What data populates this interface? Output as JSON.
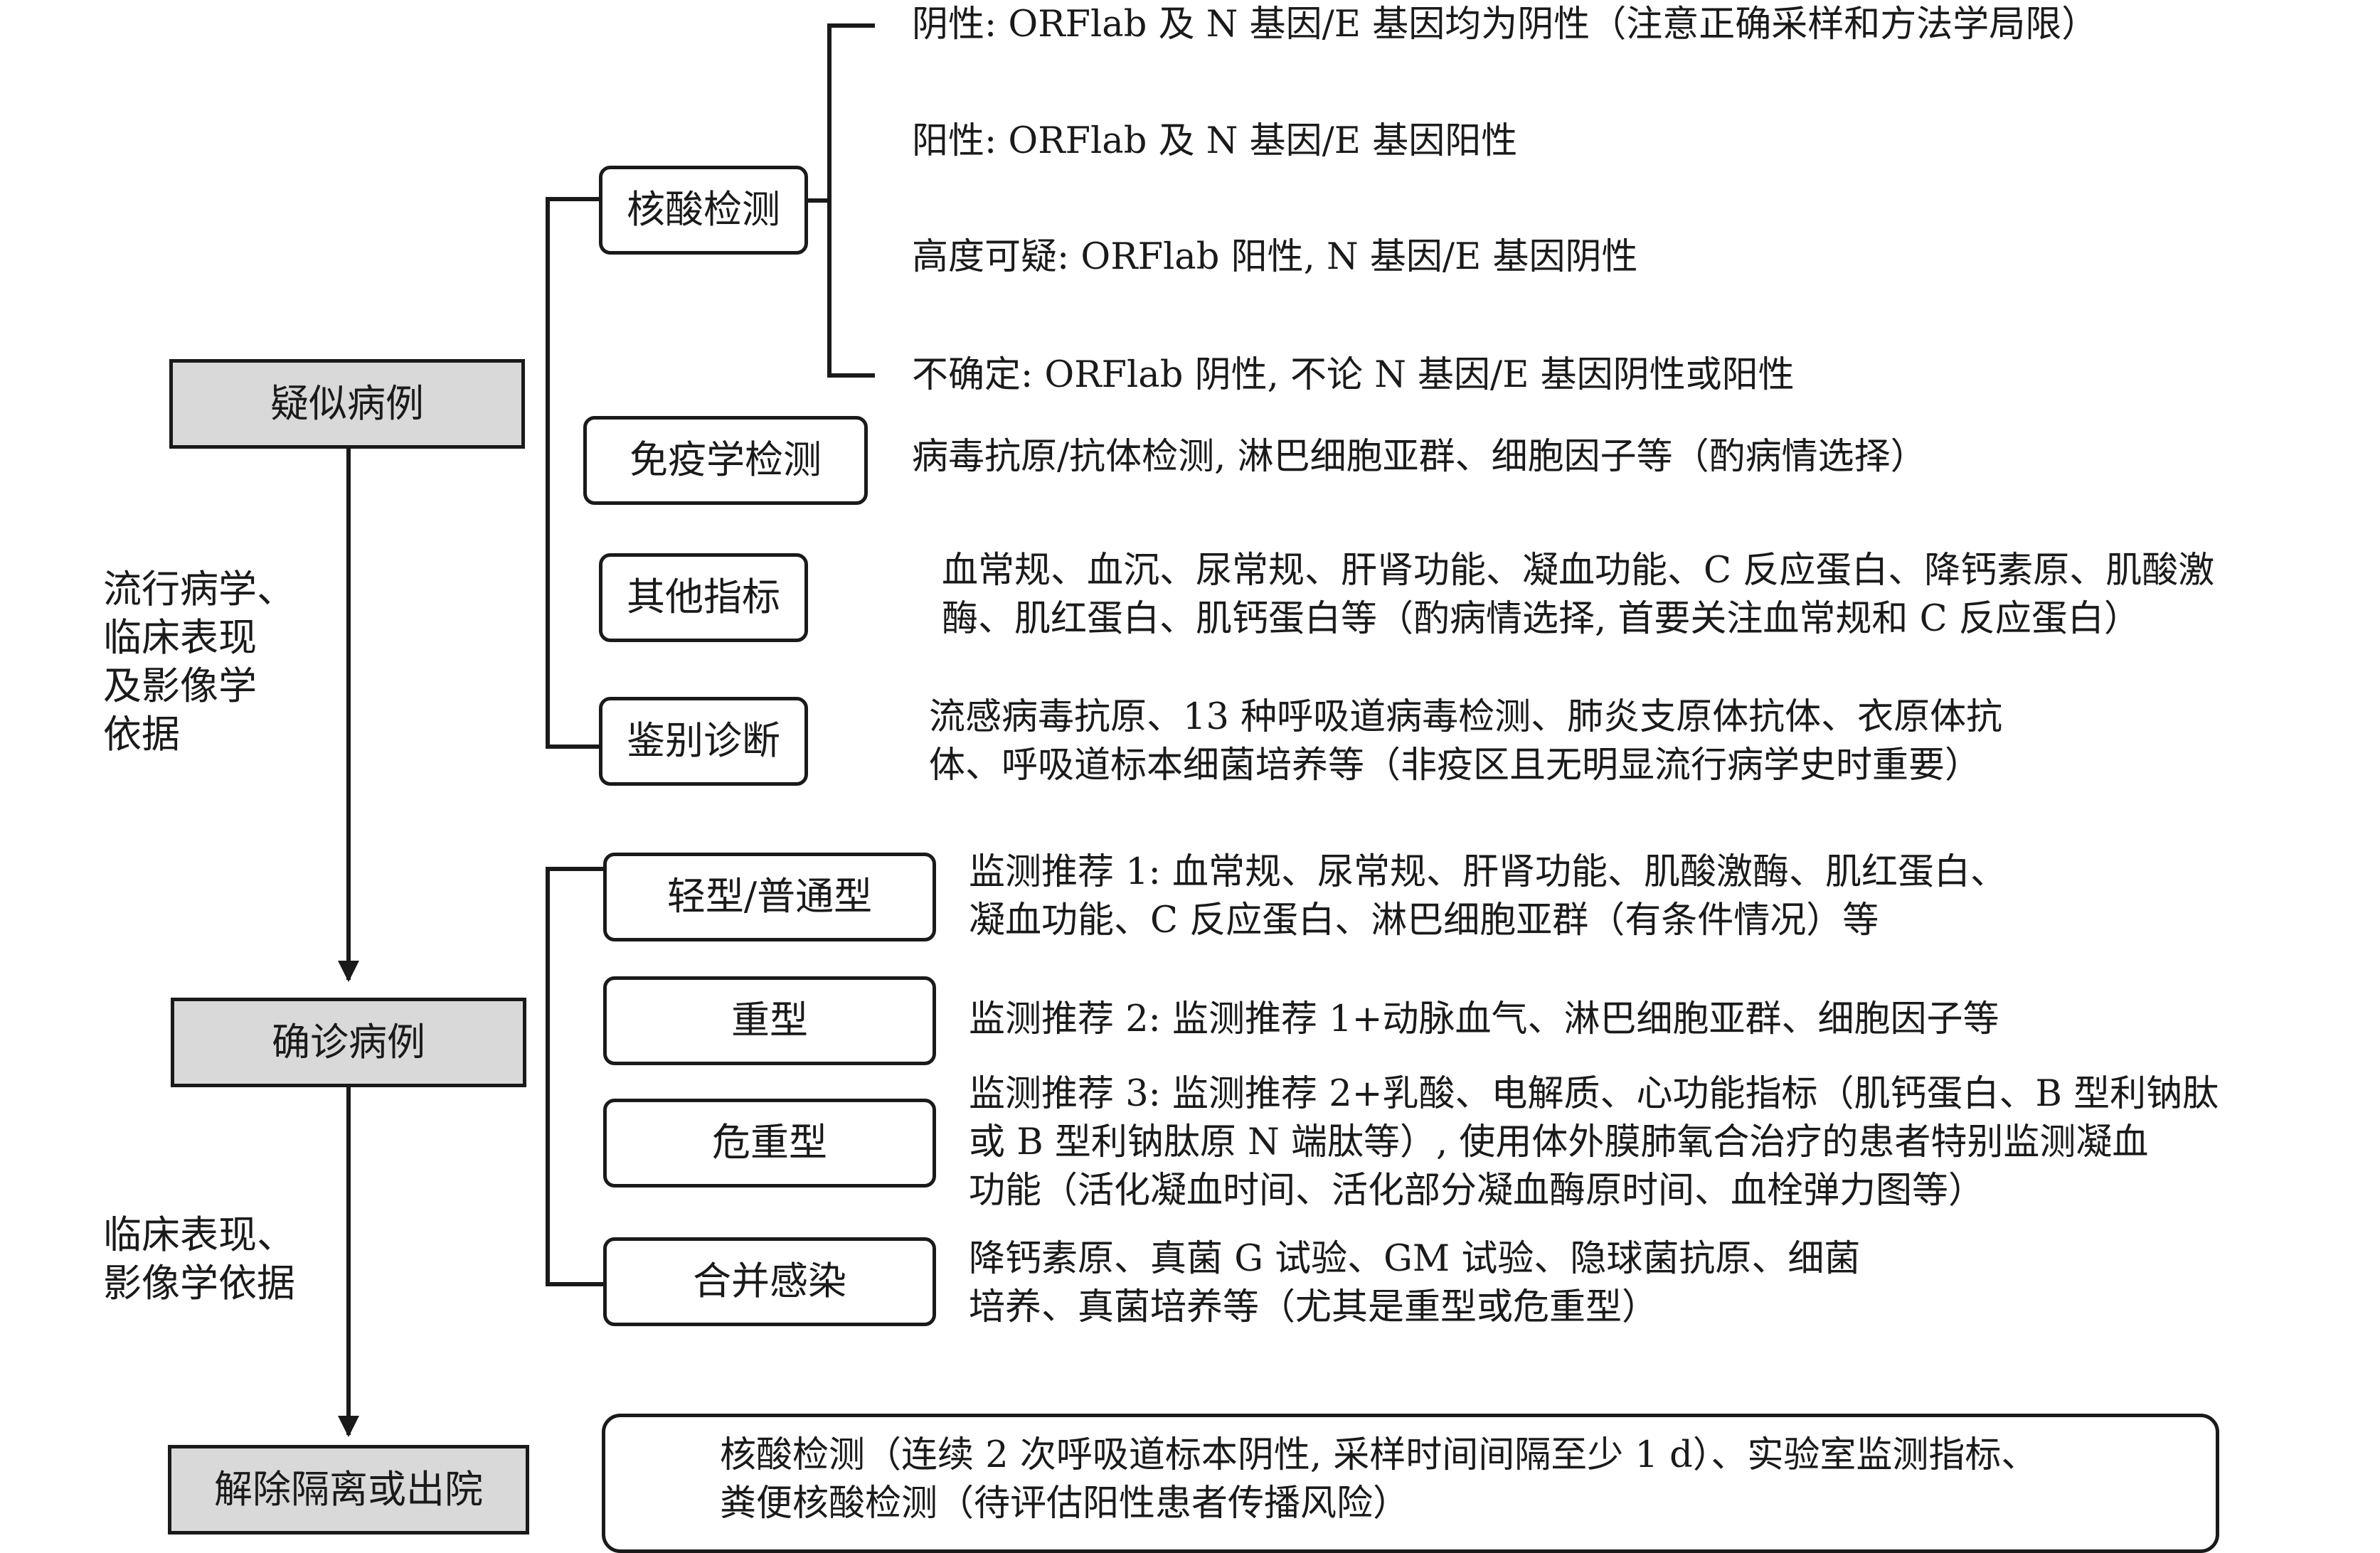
{
  "main_nodes": {
    "suspected": "疑似病例",
    "confirmed": "确诊病例",
    "release": "解除隔离或出院"
  },
  "arrow_labels": {
    "first": [
      "流行病学、",
      "临床表现",
      "及影像学",
      "依据"
    ],
    "second": [
      "临床表现、",
      "影像学依据"
    ]
  },
  "suspected_branches": {
    "nucleic": {
      "label": "核酸检测",
      "results": [
        "阴性: ORFlab 及 N 基因/E 基因均为阴性（注意正确采样和方法学局限）",
        "阳性: ORFlab 及 N 基因/E 基因阳性",
        "高度可疑: ORFlab 阳性, N 基因/E 基因阴性",
        "不确定: ORFlab 阴性, 不论 N 基因/E 基因阴性或阳性"
      ]
    },
    "immune": {
      "label": "免疫学检测",
      "text": [
        "病毒抗原/抗体检测, 淋巴细胞亚群、细胞因子等（酌病情选择）"
      ]
    },
    "other": {
      "label": "其他指标",
      "text": [
        "血常规、血沉、尿常规、肝肾功能、凝血功能、C 反应蛋白、降钙素原、肌酸激",
        "酶、肌红蛋白、肌钙蛋白等（酌病情选择, 首要关注血常规和 C 反应蛋白）"
      ]
    },
    "differential": {
      "label": "鉴别诊断",
      "text": [
        "流感病毒抗原、13 种呼吸道病毒检测、肺炎支原体抗体、衣原体抗",
        "体、呼吸道标本细菌培养等（非疫区且无明显流行病学史时重要）"
      ]
    }
  },
  "confirmed_branches": {
    "mild": {
      "label": "轻型/普通型",
      "text": [
        "监测推荐 1: 血常规、尿常规、肝肾功能、肌酸激酶、肌红蛋白、",
        "凝血功能、C 反应蛋白、淋巴细胞亚群（有条件情况）等"
      ]
    },
    "severe": {
      "label": "重型",
      "text": [
        "监测推荐 2: 监测推荐 1+动脉血气、淋巴细胞亚群、细胞因子等"
      ]
    },
    "critical": {
      "label": "危重型",
      "text": [
        "监测推荐 3: 监测推荐 2+乳酸、电解质、心功能指标（肌钙蛋白、B 型利钠肽",
        "或 B 型利钠肽原 N 端肽等）, 使用体外膜肺氧合治疗的患者特别监测凝血",
        "功能（活化凝血时间、活化部分凝血酶原时间、血栓弹力图等）"
      ]
    },
    "coinfection": {
      "label": "合并感染",
      "text": [
        "降钙素原、真菌 G 试验、GM 试验、隐球菌抗原、细菌",
        "培养、真菌培养等（尤其是重型或危重型）"
      ]
    }
  },
  "release_note": [
    "核酸检测（连续 2 次呼吸道标本阴性, 采样时间间隔至少 1 d）、实验室监测指标、",
    "粪便核酸检测（待评估阳性患者传播风险）"
  ]
}
